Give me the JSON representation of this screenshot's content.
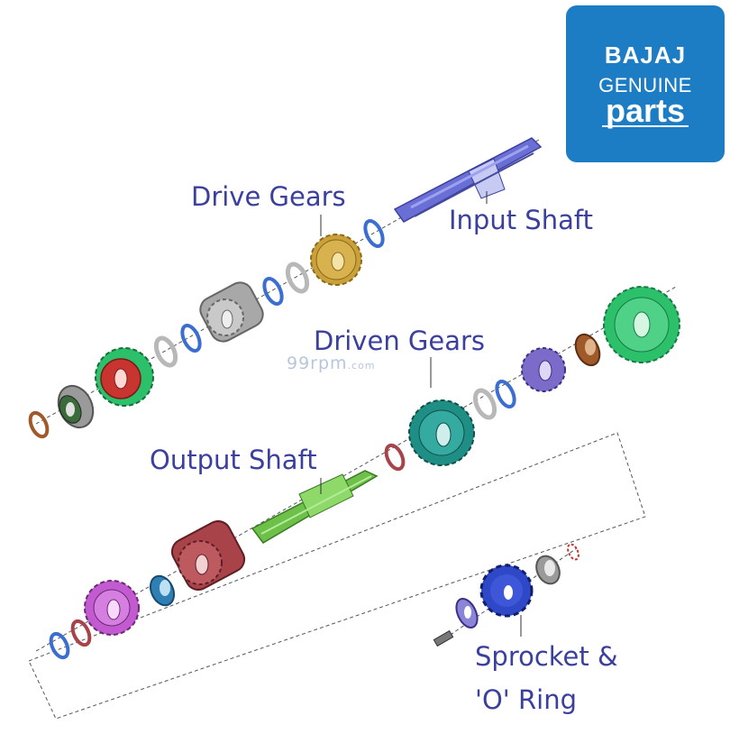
{
  "logo": {
    "brand": "BAJAJ",
    "line2": "GENUINE",
    "line3": "parts",
    "bg": "#1d7dc4"
  },
  "watermark": "99rpm",
  "watermark_suffix": ".com",
  "labels": {
    "drive_gears": "Drive Gears",
    "input_shaft": "Input Shaft",
    "driven_gears": "Driven Gears",
    "output_shaft": "Output Shaft",
    "sprocket_line1": "Sprocket &",
    "sprocket_line2": "'O' Ring"
  },
  "colors": {
    "label": "#3b3f9e",
    "input_shaft": "#6a6fd6",
    "output_shaft": "#6dc04a",
    "gold_gear": "#c9a03a",
    "grey_gear": "#9a9a9a",
    "green_gear": "#2cc06a",
    "red_gear": "#c8342f",
    "teal_gear": "#1f8f86",
    "purple_gear": "#7c6bc9",
    "bronze": "#a05a2a",
    "maroon": "#a8434a",
    "magenta_gear": "#c25ad0",
    "blue_ring": "#3a6ed0",
    "sprocket": "#2f48c8"
  }
}
